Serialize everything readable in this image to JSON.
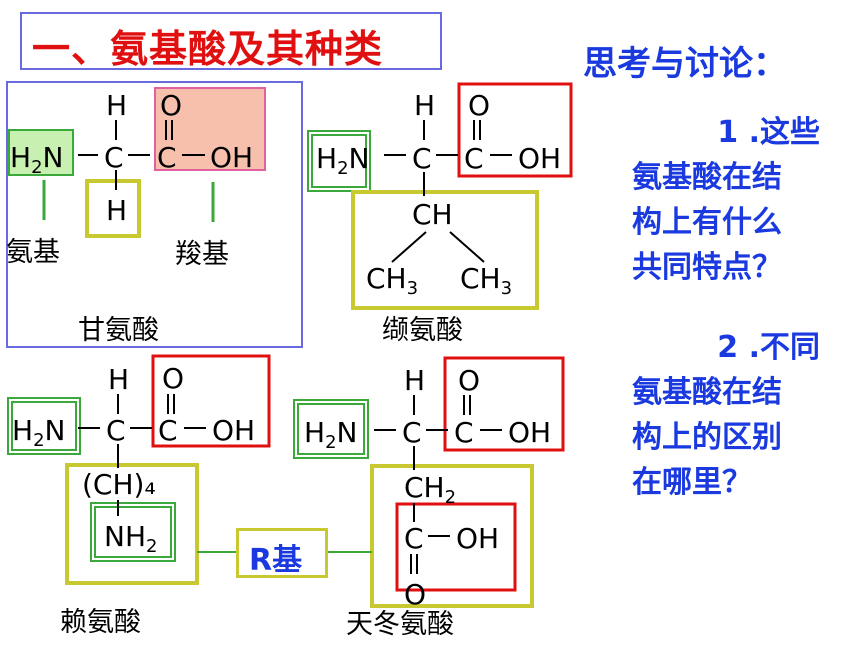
{
  "title": "一、氨基酸及其种类",
  "discussion": {
    "heading": "思考与讨论：",
    "q1_num": "1 .",
    "q1_rest": "这些",
    "q1_lines": [
      "氨基酸在结",
      "构上有什么",
      "共同特点？"
    ],
    "q2_num": "2 .",
    "q2_rest": "不同",
    "q2_lines": [
      "氨基酸在结",
      "构上的区别",
      "在哪里？"
    ]
  },
  "glycine": {
    "name": "甘氨酸",
    "amino_label": "氨基",
    "carboxyl_label": "羧基",
    "h_top": "H",
    "h_side": "H",
    "c": "C",
    "c2": "C",
    "o": "O",
    "oh": "OH"
  },
  "valine": {
    "name": "缬氨酸",
    "ch": "CH"
  },
  "lysine": {
    "name": "赖氨酸",
    "ch4": "(CH)₄"
  },
  "aspartate": {
    "name": "天冬氨酸",
    "ch2": "CH₂",
    "o": "O",
    "oh": "OH"
  },
  "r_group_label": "R基",
  "colors": {
    "title_red": "#e01010",
    "blue_text": "#1a3ae0",
    "green_box": "#3aa83a",
    "red_box": "#e01010",
    "yellow_box": "#c8c830"
  }
}
